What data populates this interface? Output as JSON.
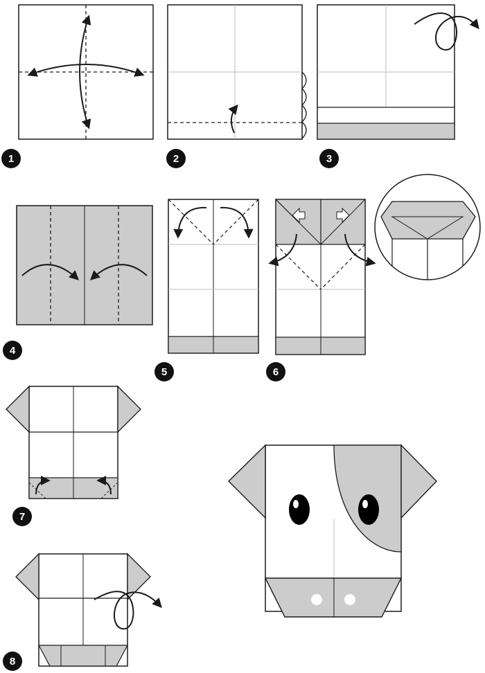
{
  "steps": [
    {
      "number": "1"
    },
    {
      "number": "2"
    },
    {
      "number": "3"
    },
    {
      "number": "4"
    },
    {
      "number": "5"
    },
    {
      "number": "6"
    },
    {
      "number": "7"
    },
    {
      "number": "8"
    }
  ],
  "colors": {
    "paper": "#ffffff",
    "paper_back": "#cccccc",
    "outline": "#1a1a1a",
    "crease": "#bdbdbd",
    "badge": "#111111",
    "badge_text": "#ffffff",
    "eye": "#000000"
  }
}
